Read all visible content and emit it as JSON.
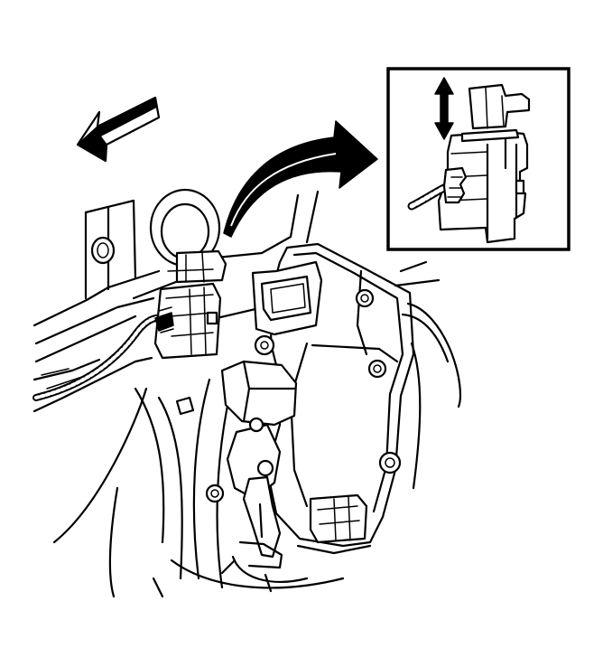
{
  "figure": {
    "ink_color": "#000000",
    "background_color": "#ffffff",
    "icons": {
      "direction_arrow": "left-pointing-block-arrow",
      "motion_arrow": "curved-arrow-up-right",
      "detail_arrow": "double-headed-vertical-arrow"
    },
    "parts": [
      "door-panel",
      "electrical-connector",
      "wire-harness",
      "door-lock-actuator",
      "detail-inset"
    ]
  }
}
